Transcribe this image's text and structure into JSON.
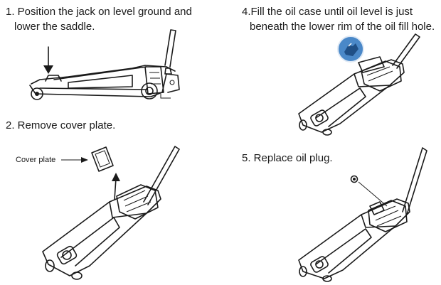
{
  "steps": [
    {
      "lines": [
        "1. Position the jack on level ground and",
        "lower the saddle."
      ]
    },
    {
      "lines": [
        "2. Remove cover plate."
      ]
    },
    {
      "lines": [
        "4.Fill the oil case until oil level is just",
        "beneath the lower rim of the oil fill hole."
      ]
    },
    {
      "lines": [
        "5. Replace oil plug."
      ]
    }
  ],
  "callouts": {
    "cover_plate": "Cover plate"
  },
  "icons": {
    "oil_drop": "oil-drop-icon",
    "oil_plug": "oil-plug-icon",
    "down_arrow": "down-arrow-icon",
    "up_arrow": "up-arrow-icon"
  },
  "colors": {
    "ink": "#1a1a1a",
    "oil_badge": "#4a88c8"
  }
}
